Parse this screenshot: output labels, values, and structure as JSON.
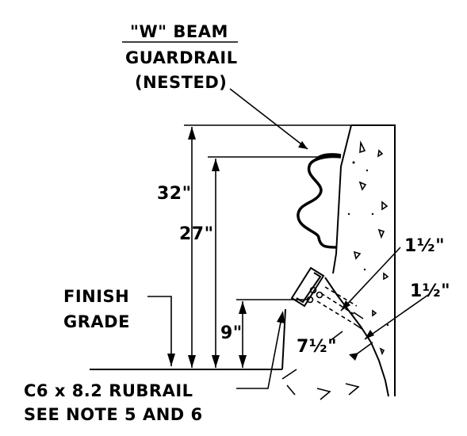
{
  "labels": {
    "beam_line1": "\"W\" BEAM",
    "beam_line2": "GUARDRAIL",
    "beam_line3": "(NESTED)",
    "finish_line1": "FINISH",
    "finish_line2": "GRADE",
    "rubrail_line1": "C6 x 8.2 RUBRAIL",
    "rubrail_line2": "SEE NOTE 5 AND 6"
  },
  "dimensions": {
    "height_total": "32\"",
    "height_rail": "27\"",
    "height_rubrail": "9\"",
    "offset_base": "7½\"",
    "offset_a": "1½\"",
    "offset_b": "1½\""
  }
}
